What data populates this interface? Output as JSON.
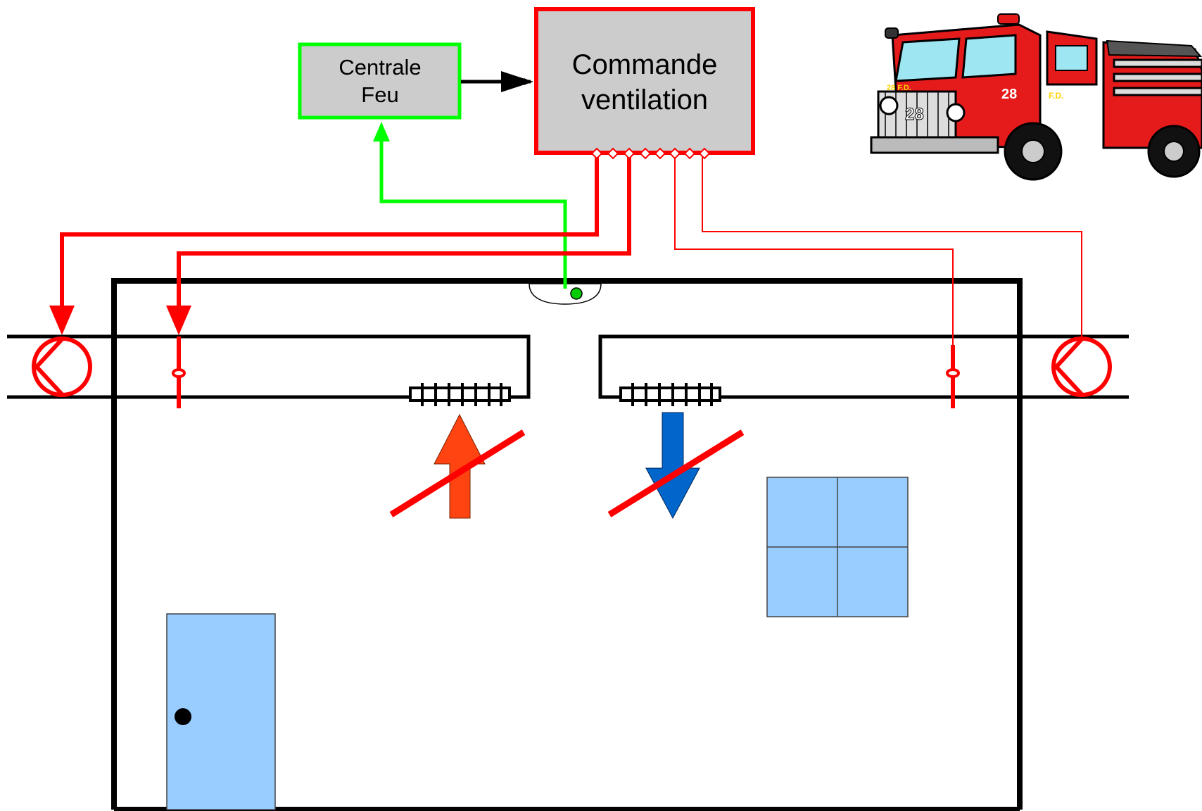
{
  "central_fire": {
    "line1": "Centrale",
    "line2": "Feu"
  },
  "ventilation_control": {
    "line1": "Commande",
    "line2": "ventilation"
  },
  "truck": {
    "cab_number": "28",
    "side_number": "28",
    "badge_left": "28 F.D.",
    "badge_right": "F.D."
  },
  "colors": {
    "control_wire": "#ff0000",
    "detector_wire": "#00ff00",
    "central_box_fill": "#cccccc",
    "central_box_border": "#00ff00",
    "control_box_fill": "#cccccc",
    "control_box_border": "#ff0000",
    "supply_arrow": "#ff4411",
    "extract_arrow": "#0066cc",
    "door": "#99ccff",
    "window": "#99ccff",
    "truck_body": "#e51b1b"
  }
}
